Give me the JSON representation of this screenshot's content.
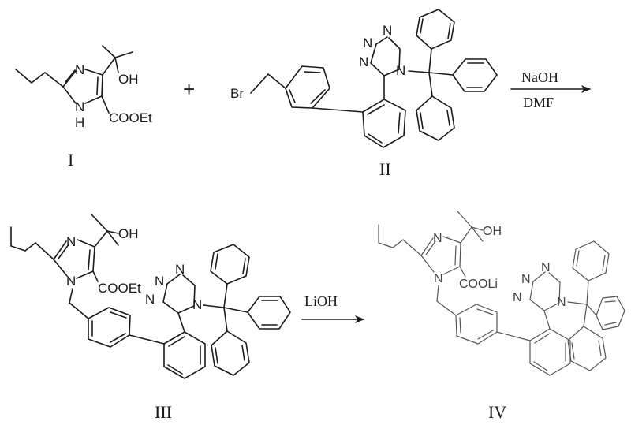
{
  "reaction1": {
    "plus": "+",
    "reagent_top": "NaOH",
    "reagent_bottom": "DMF"
  },
  "reaction2": {
    "reagent_top": "LiOH"
  },
  "compounds": {
    "I": {
      "label": "I",
      "hydroxyl": "OH",
      "ring_n1": "N",
      "ring_nh": "N",
      "ring_h": "H",
      "ester": "COOEt"
    },
    "II": {
      "label": "II",
      "bromo": "Br",
      "tetrazole_n": [
        "N",
        "N",
        "N",
        "N"
      ]
    },
    "III": {
      "label": "III",
      "hydroxyl": "OH",
      "ring_n1": "N",
      "ring_n2": "N",
      "ester": "COOEt",
      "tetrazole_n": [
        "N",
        "N",
        "N",
        "N"
      ]
    },
    "IV": {
      "label": "IV",
      "hydroxyl": "OH",
      "ring_n1": "N",
      "ring_n2": "N",
      "carboxylate": "COOLi",
      "tetrazole_n": [
        "N",
        "N",
        "N",
        "N"
      ]
    }
  },
  "colors": {
    "ink": "#1a1a1a",
    "ink_light": "#555555"
  }
}
